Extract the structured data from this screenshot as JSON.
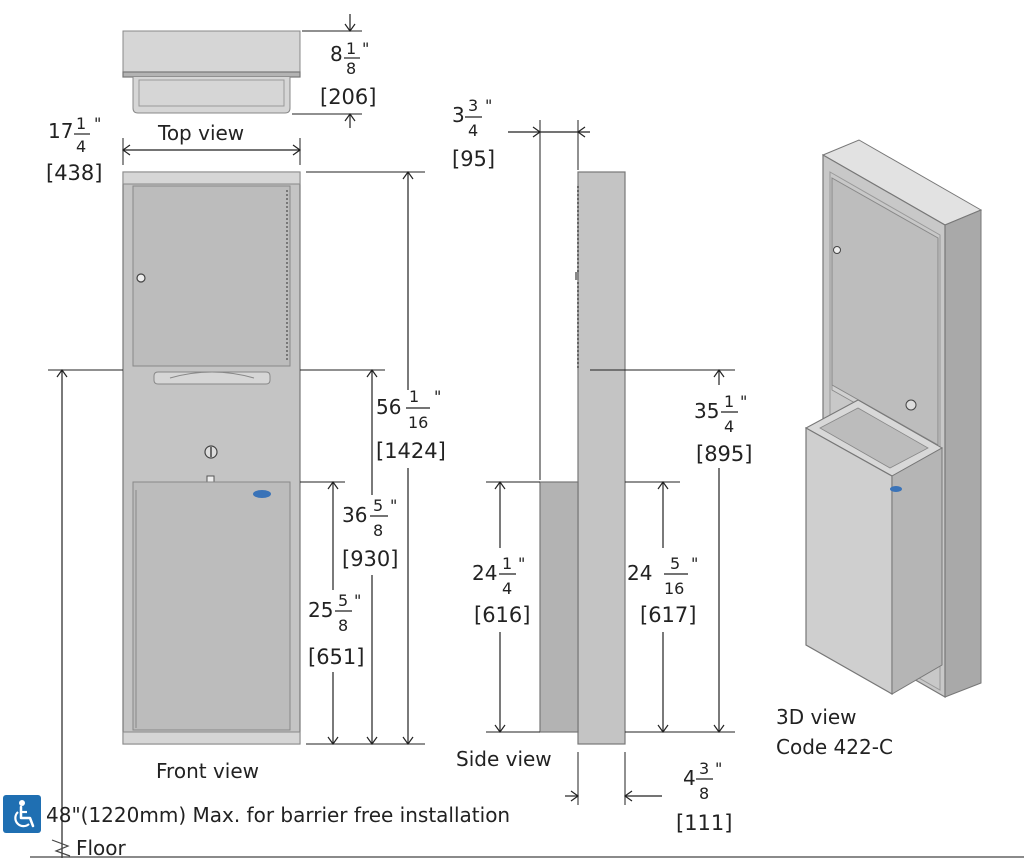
{
  "labels": {
    "top_view": "Top view",
    "front_view": "Front view",
    "side_view": "Side view",
    "view_3d": "3D view",
    "code": "Code 422-C",
    "barrier_note": "48\"(1220mm) Max. for barrier free installation",
    "floor": "Floor"
  },
  "dimensions": {
    "top_depth": {
      "whole": "8",
      "num": "1",
      "den": "8",
      "unit": "\"",
      "mm": "[206]"
    },
    "width": {
      "whole": "17",
      "num": "1",
      "den": "4",
      "unit": "\"",
      "mm": "[438]"
    },
    "side_depth": {
      "whole": "3",
      "num": "3",
      "den": "4",
      "unit": "\"",
      "mm": "[95]"
    },
    "total_height": {
      "whole": "56",
      "num": "1",
      "den": "16",
      "unit": "\"",
      "mm": "[1424]"
    },
    "dispenser_h": {
      "whole": "36",
      "num": "5",
      "den": "8",
      "unit": "\"",
      "mm": "[930]"
    },
    "waste_front": {
      "whole": "25",
      "num": "5",
      "den": "8",
      "unit": "\"",
      "mm": "[651]"
    },
    "side_waste_l": {
      "whole": "24",
      "num": "1",
      "den": "4",
      "unit": "\"",
      "mm": "[616]"
    },
    "side_waste_r": {
      "whole": "24",
      "num": "5",
      "den": "16",
      "unit": "\"",
      "mm": "[617]"
    },
    "side_upper": {
      "whole": "35",
      "num": "1",
      "den": "4",
      "unit": "\"",
      "mm": "[895]"
    },
    "bottom_depth": {
      "whole": "4",
      "num": "3",
      "den": "8",
      "unit": "\"",
      "mm": "[111]"
    }
  },
  "icons": {
    "accessibility": "wheelchair-icon",
    "accessibility_color": "#1f6fb2"
  }
}
